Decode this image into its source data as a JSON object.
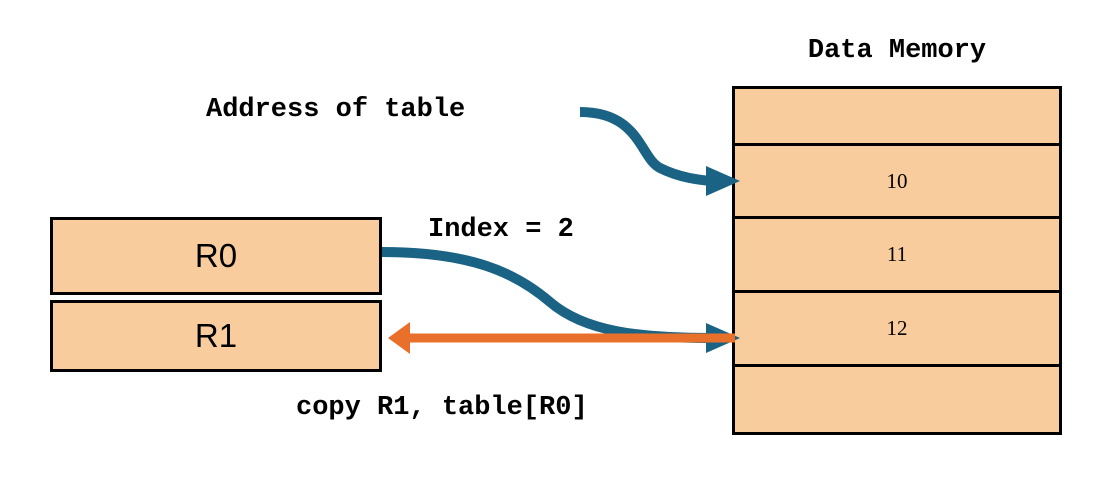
{
  "diagram": {
    "title_memory": "Data Memory",
    "colors": {
      "box_fill": "#F8CC9C",
      "box_border": "#000000",
      "arrow_teal": "#1B6384",
      "arrow_orange": "#E8702A",
      "background": "#FFFFFF"
    },
    "memory": {
      "label": "Data Memory",
      "cells": [
        {
          "value": "",
          "index": 0
        },
        {
          "value": "10",
          "index": 1
        },
        {
          "value": "11",
          "index": 2
        },
        {
          "value": "12",
          "index": 3
        },
        {
          "value": "",
          "index": 4
        }
      ]
    },
    "registers": [
      {
        "name": "R0"
      },
      {
        "name": "R1"
      }
    ],
    "annotations": {
      "address_of_table": "Address of table",
      "index": "Index = 2",
      "instruction": "copy R1, table[R0]"
    },
    "arrows": [
      {
        "name": "address-of-table-arrow",
        "color": "#1B6384",
        "from": "Address of table label",
        "to": "memory cell 10"
      },
      {
        "name": "index-arrow",
        "color": "#1B6384",
        "from": "R0 register",
        "to": "memory cell 12"
      },
      {
        "name": "copy-arrow",
        "color": "#E8702A",
        "from": "memory cell 12",
        "to": "R1 register"
      }
    ]
  }
}
